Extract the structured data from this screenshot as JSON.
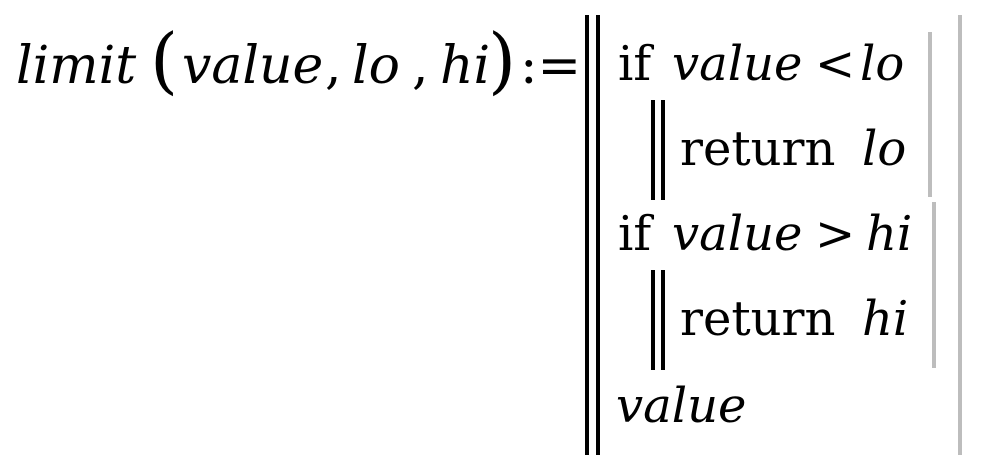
{
  "definition": {
    "function_name": "limit",
    "open_paren": "(",
    "params": [
      "value",
      "lo",
      "hi"
    ],
    "separator": ",",
    "close_paren": ")",
    "assign_op": ":="
  },
  "program": {
    "lines": [
      {
        "keyword": "if",
        "lhs": "value",
        "op": "<",
        "rhs": "lo"
      },
      {
        "keyword": "return",
        "expr": "lo"
      },
      {
        "keyword": "if",
        "lhs": "value",
        "op": ">",
        "rhs": "hi"
      },
      {
        "keyword": "return",
        "expr": "hi"
      },
      {
        "expr": "value"
      }
    ]
  }
}
